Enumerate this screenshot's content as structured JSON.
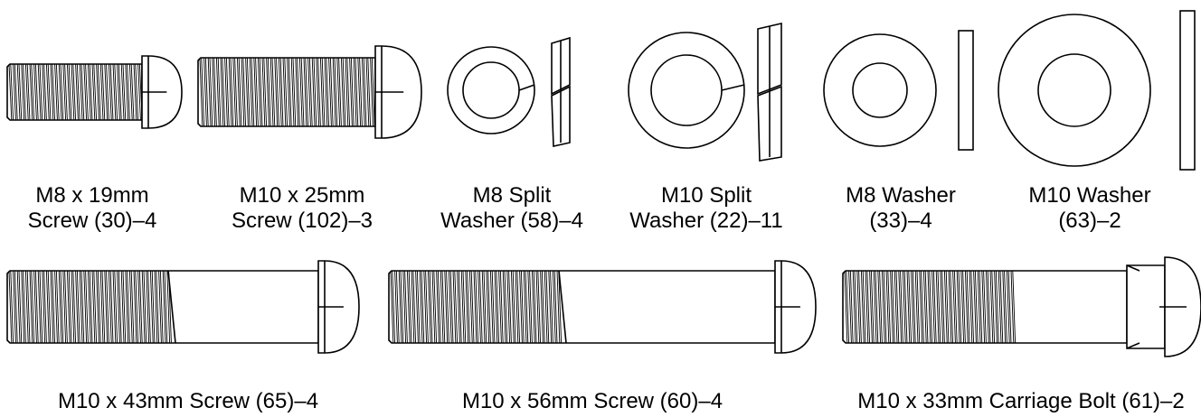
{
  "parts": [
    {
      "id": "m8-19mm-screw",
      "kind": "short-screw",
      "lines": [
        "M8 x 19mm",
        "Screw (30)–4"
      ]
    },
    {
      "id": "m10-25mm-screw",
      "kind": "short-screw",
      "lines": [
        "M10 x 25mm",
        "Screw (102)–3"
      ]
    },
    {
      "id": "m8-split-washer",
      "kind": "split-washer",
      "lines": [
        "M8 Split",
        "Washer (58)–4"
      ]
    },
    {
      "id": "m10-split-washer",
      "kind": "split-washer",
      "lines": [
        "M10 Split",
        "Washer (22)–11"
      ]
    },
    {
      "id": "m8-washer",
      "kind": "flat-washer",
      "lines": [
        "M8 Washer",
        "(33)–4"
      ]
    },
    {
      "id": "m10-washer",
      "kind": "flat-washer",
      "lines": [
        "M10 Washer",
        "(63)–2"
      ]
    },
    {
      "id": "m10-43mm-screw",
      "kind": "long-screw",
      "lines": [
        "M10 x 43mm Screw (65)–4"
      ]
    },
    {
      "id": "m10-56mm-screw",
      "kind": "long-screw",
      "lines": [
        "M10 x 56mm Screw (60)–4"
      ]
    },
    {
      "id": "m10-33mm-carriage-bolt",
      "kind": "carriage-bolt",
      "lines": [
        "M10 x 33mm Carriage Bolt (61)–2"
      ]
    }
  ]
}
